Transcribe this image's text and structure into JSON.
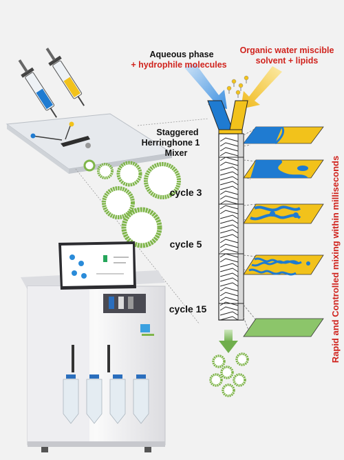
{
  "labels": {
    "aqueous_line1": "Aqueous phase",
    "aqueous_line2": "+ hydrophile molecules",
    "organic_line1": "Organic water miscible",
    "organic_line2": "solvent + lipids",
    "mixer_line1": "Staggered",
    "mixer_line2": "Herringhone 1",
    "mixer_line3": "Mixer",
    "cycle3": "cycle 3",
    "cycle5": "cycle 5",
    "cycle15": "cycle 15",
    "side_caption": "Rapid and Controlled mixing within milliseconds"
  },
  "colors": {
    "aqueous_blue": "#1f7bd1",
    "organic_yellow": "#f2c21b",
    "lipid_green": "#7fb54a",
    "mixed_green": "#8cc56a",
    "accent_red": "#d0231d",
    "background": "#f2f2f2"
  },
  "icons": [
    "syringe-icon",
    "liposome-icon",
    "microfluidic-chip-icon",
    "instrument-icon"
  ]
}
